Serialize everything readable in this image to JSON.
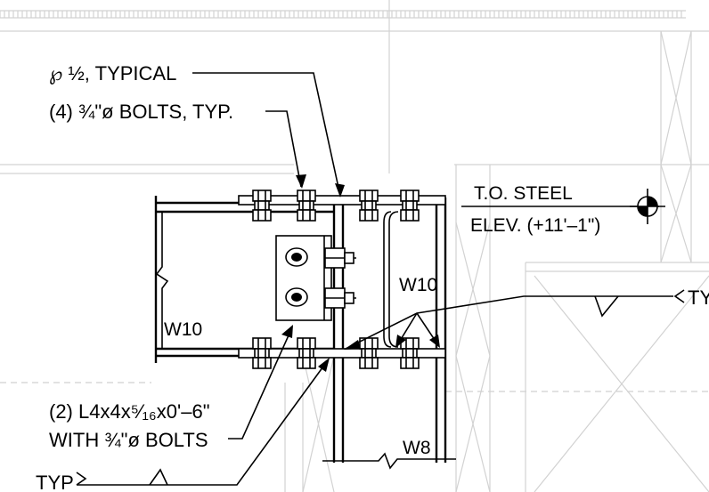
{
  "notes": {
    "plate": "℘ ½, TYPICAL",
    "bolts": "(4) ¾\"ø BOLTS, TYP.",
    "angles_line1": "(2) L4x4x⁵⁄₁₆x0'–6\"",
    "angles_line2": "WITH ¾\"ø BOLTS",
    "typ_left": "TYP",
    "typ_right": "TY"
  },
  "labels": {
    "beam_left": "W10",
    "column": "W10",
    "beam_bottom": "W8",
    "elev_line1": "T.O. STEEL",
    "elev_line2": "ELEV. (+11'–1\")"
  },
  "colors": {
    "ink": "#000000",
    "background_lines": "#d2d2d2"
  }
}
